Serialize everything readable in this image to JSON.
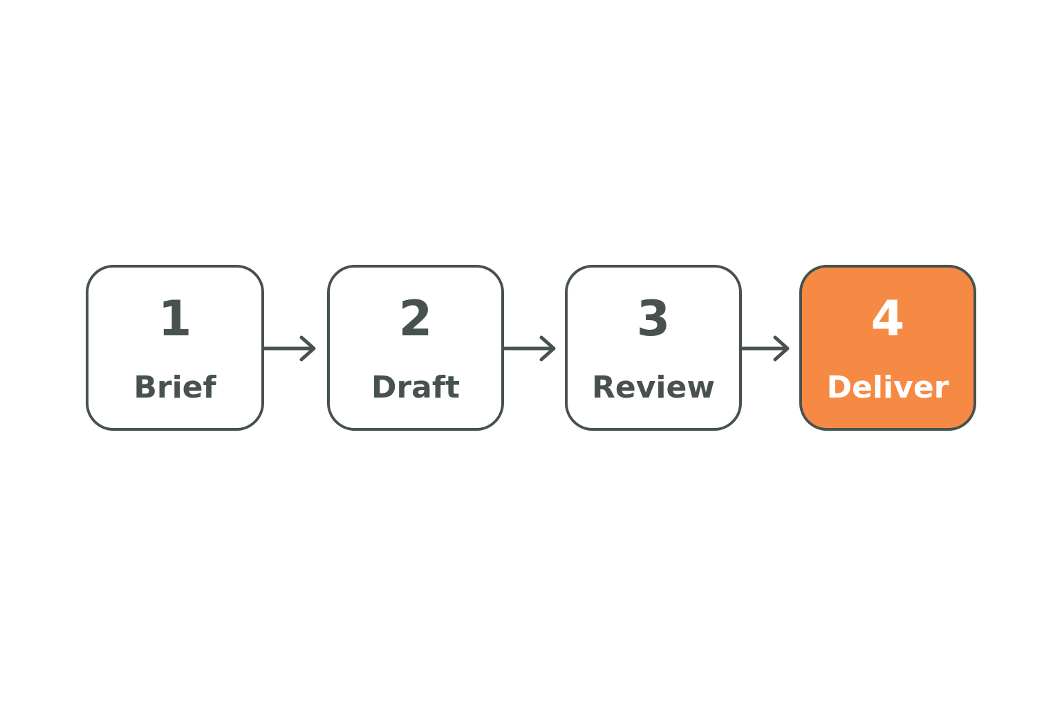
{
  "steps": [
    {
      "number": "1",
      "label": "Brief"
    },
    {
      "number": "2",
      "label": "Draft"
    },
    {
      "number": "3",
      "label": "Review"
    },
    {
      "number": "4",
      "label": "Deliver"
    }
  ],
  "colors": {
    "stroke": "#47524f",
    "active_fill": "#f68a45",
    "inactive_fill": "#ffffff"
  },
  "active_step": 4
}
